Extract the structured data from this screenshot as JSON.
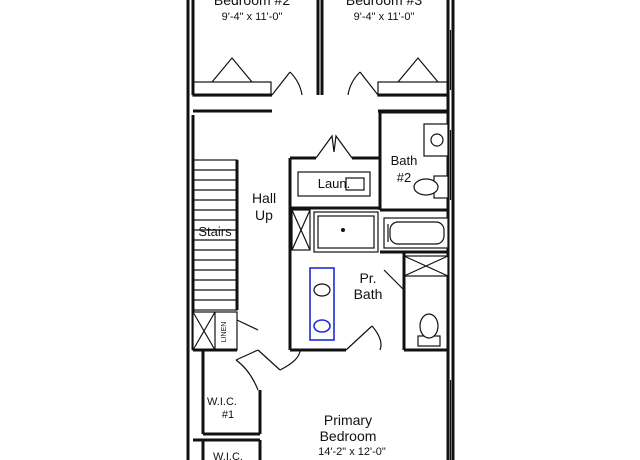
{
  "rooms": {
    "bedroom2": {
      "name": "Bedroom #2",
      "dims": "9'-4\" x 11'-0\""
    },
    "bedroom3": {
      "name": "Bedroom #3",
      "dims": "9'-4\" x 11'-0\""
    },
    "hall": {
      "line1": "Hall",
      "line2": "Up"
    },
    "stairs": "Stairs",
    "laundry": "Laun.",
    "bath2": {
      "line1": "Bath",
      "line2": "#2"
    },
    "pr_bath": {
      "line1": "Pr.",
      "line2": "Bath"
    },
    "linen": "LINEN",
    "wic1": {
      "line1": "W.I.C.",
      "line2": "#1"
    },
    "wic2": "W.I.C.",
    "primary": {
      "line1": "Primary",
      "line2": "Bedroom",
      "dims": "14'-2\" x 12'-0\""
    }
  }
}
